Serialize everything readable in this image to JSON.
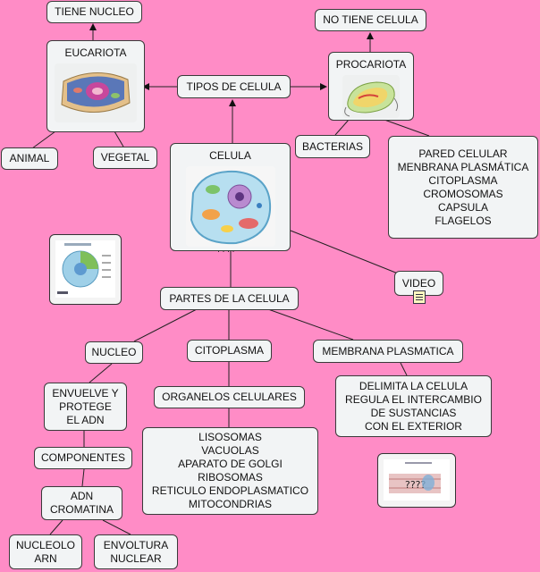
{
  "nodes": {
    "tipos": "TIPOS DE CELULA",
    "eucariota": "EUCARIOTA",
    "tiene_nucleo": "TIENE NUCLEO",
    "animal": "ANIMAL",
    "vegetal": "VEGETAL",
    "procariota": "PROCARIOTA",
    "no_tiene": "NO TIENE CELULA",
    "bacterias": "BACTERIAS",
    "procariota_partes": "PARED CELULAR\nMENBRANA PLASMÁTICA\nCITOPLASMA\nCROMOSOMAS\nCAPSULA\nFLAGELOS",
    "celula": "CELULA",
    "video": "VIDEO",
    "partes": "PARTES DE LA CELULA",
    "nucleo": "NUCLEO",
    "citoplasma": "CITOPLASMA",
    "membrana": "MEMBRANA PLASMATICA",
    "envuelve": "ENVUELVE Y\nPROTEGE\nEL ADN",
    "componentes": "COMPONENTES",
    "adn": "ADN\nCROMATINA",
    "nucleolo": "NUCLEOLO\nARN",
    "envoltura": "ENVOLTURA\nNUCLEAR",
    "organelos": "ORGANELOS CELULARES",
    "organelos_lista": "LISOSOMAS\nVACUOLAS\nAPARATO DE GOLGI\nRIBOSOMAS\nRETICULO ENDOPLASMATICO\nMITOCONDRIAS",
    "membrana_desc": "DELIMITA LA CELULA\nREGULA EL INTERCAMBIO\nDE SUSTANCIAS\nCON EL EXTERIOR",
    "dots": "· · · ·"
  },
  "colors": {
    "background": "#ff8cc6",
    "node_fill": "#f2f4f5",
    "line": "#222222"
  }
}
